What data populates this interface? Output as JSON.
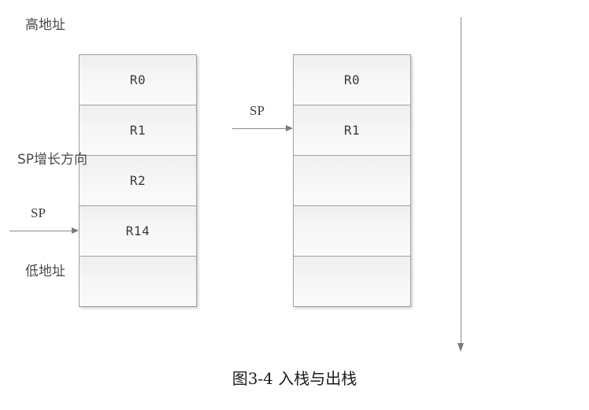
{
  "figure": {
    "caption": "图3-4 入栈与出栈"
  },
  "stacks": [
    {
      "name": "stack-before-push",
      "cells": [
        {
          "label": "R0"
        },
        {
          "label": "R1"
        },
        {
          "label": "R2"
        },
        {
          "label": "R14"
        },
        {
          "label": ""
        }
      ],
      "sp_pointer": {
        "label": "SP",
        "target_cell_index": 3
      }
    },
    {
      "name": "stack-after-pop",
      "cells": [
        {
          "label": "R0"
        },
        {
          "label": "R1"
        },
        {
          "label": ""
        },
        {
          "label": ""
        },
        {
          "label": ""
        }
      ],
      "sp_pointer": {
        "label": "SP",
        "target_cell_index": 1
      }
    }
  ],
  "axis": {
    "name": "address-direction-axis",
    "direction": "down",
    "labels": {
      "high": "高地址",
      "growth": "SP增长方向",
      "low": "低地址"
    }
  },
  "colors": {
    "cell_border": "#a0a0a0",
    "cell_fill_top": "#efefef",
    "cell_fill_bottom": "#fbfbfb",
    "arrow": "#8a8a8a",
    "text": "#3a3a3a",
    "caption_text": "#1c1c1c",
    "background": "#ffffff"
  }
}
